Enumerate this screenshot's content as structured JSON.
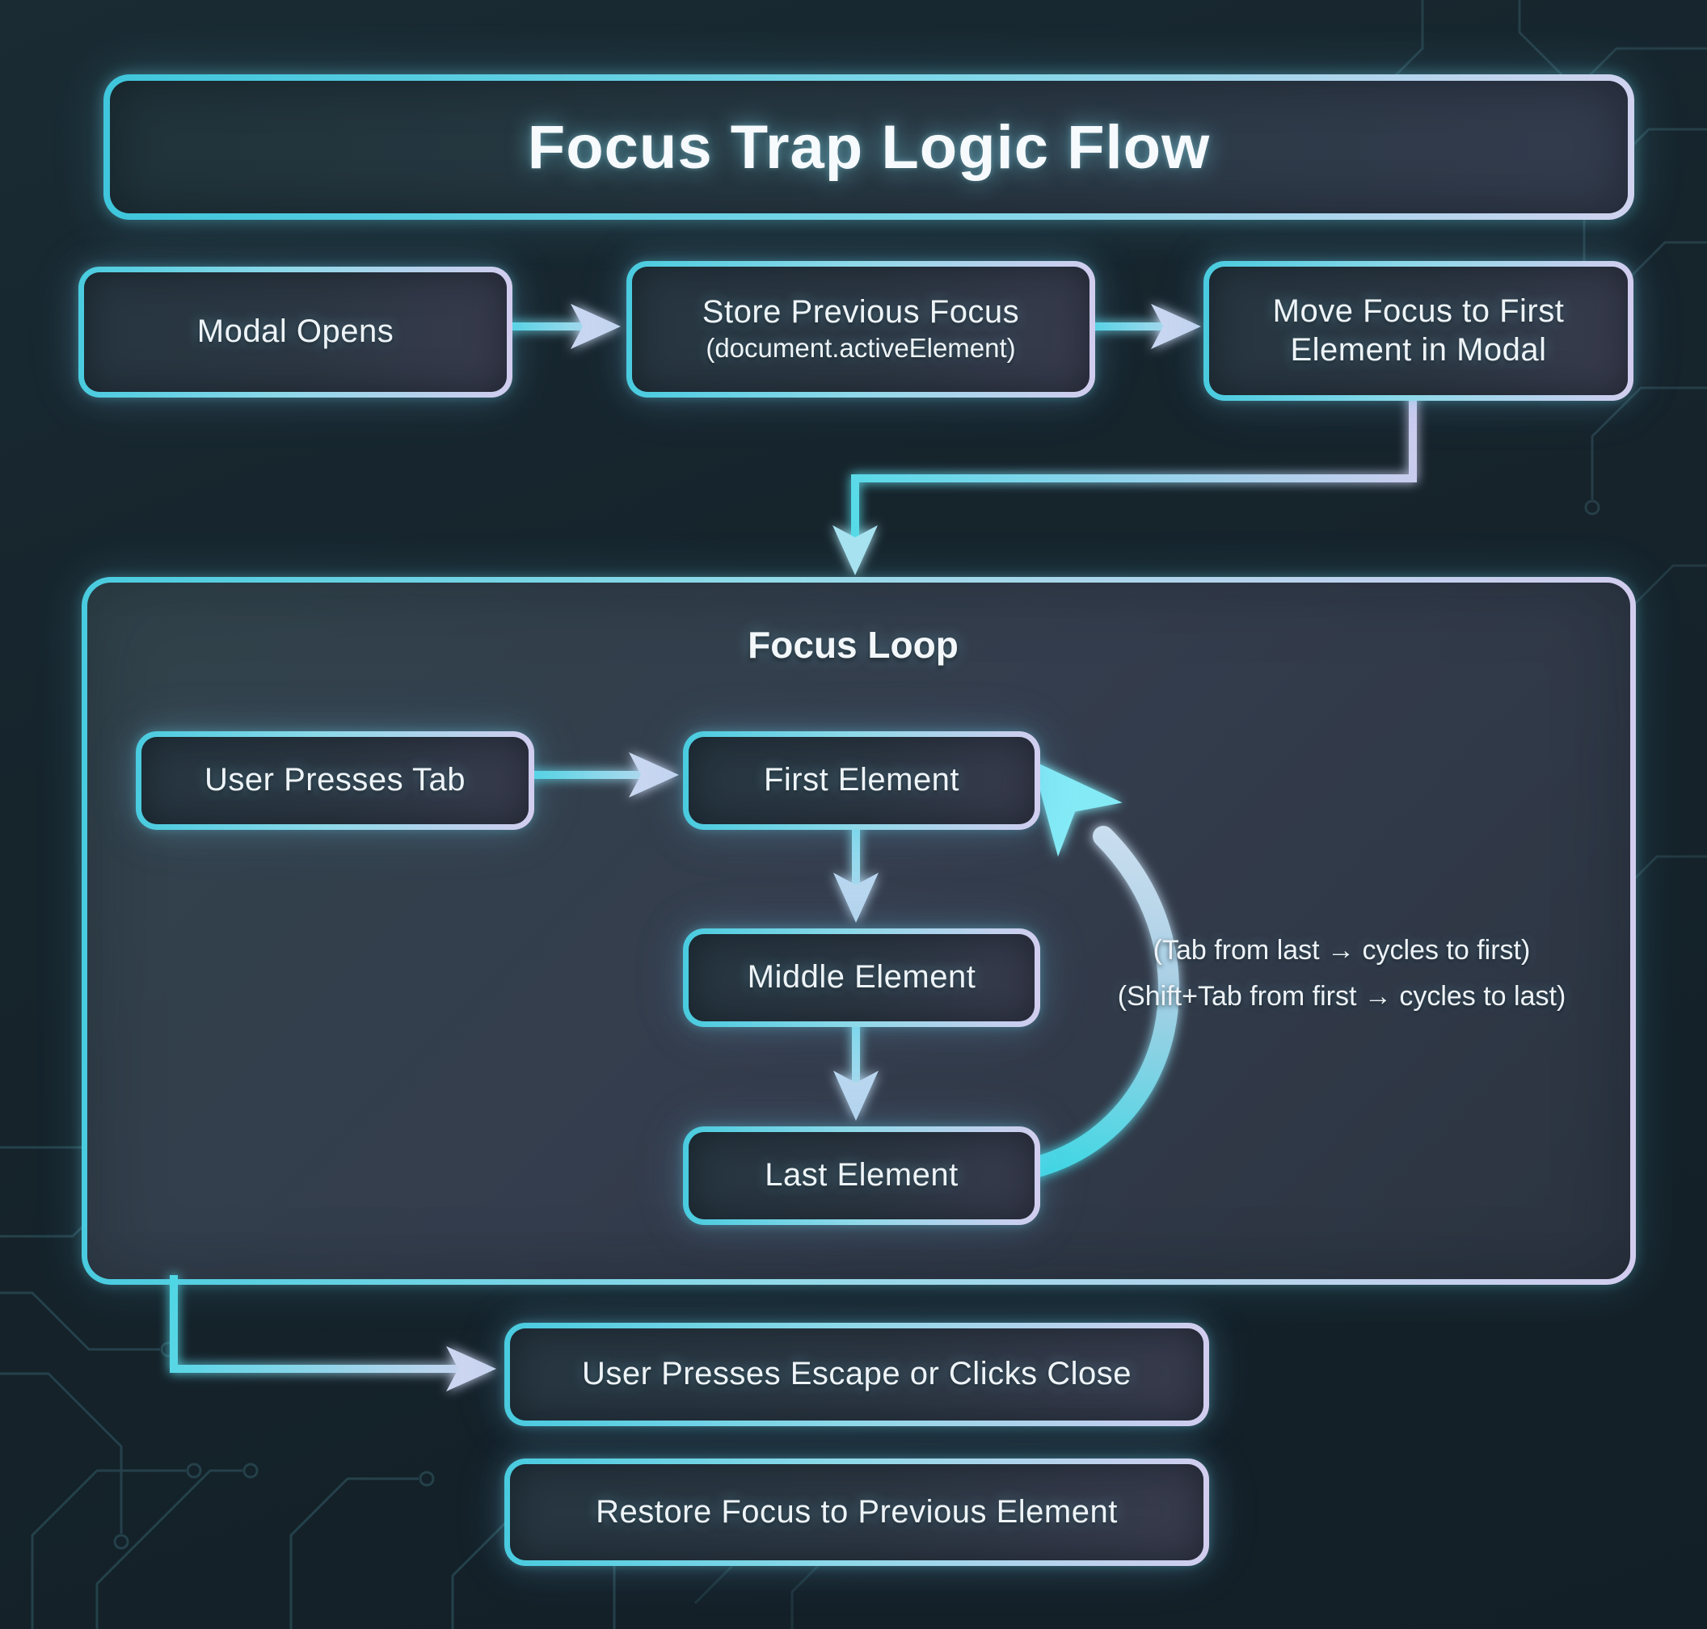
{
  "title": "Focus Trap Logic Flow",
  "nodes": {
    "modal_opens": "Modal Opens",
    "store_previous_focus": "Store Previous Focus",
    "store_previous_focus_detail": "(document.activeElement)",
    "move_focus_first": "Move Focus to First Element in Modal",
    "user_presses_tab": "User Presses Tab",
    "first_element": "First Element",
    "middle_element": "Middle Element",
    "last_element": "Last Element",
    "user_presses_escape": "User Presses Escape or Clicks Close",
    "restore_focus": "Restore Focus to Previous Element"
  },
  "focus_loop": {
    "label": "Focus Loop",
    "annotation_line1": "(Tab from last → cycles to first)",
    "annotation_line2": "(Shift+Tab from first → cycles to last)"
  },
  "colors": {
    "background": "#16242c",
    "accent_cyan": "#49cbdf",
    "accent_lavender": "#d2cdef",
    "arrow_light": "#c3d9f1",
    "loop_arrow_cyan": "#84ebf6",
    "box_fill": "#2c3743",
    "container_fill": "#333d4d",
    "text": "#eef4f8"
  }
}
